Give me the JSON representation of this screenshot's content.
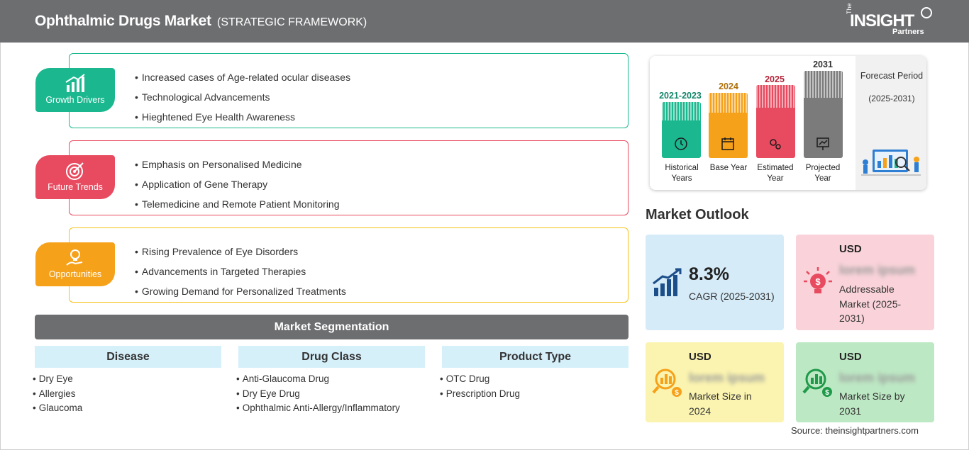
{
  "header": {
    "title": "Ophthalmic Drugs Market",
    "subtitle": "(STRATEGIC FRAMEWORK)",
    "logo_the": "The",
    "logo_insight": "INSIGHT",
    "logo_partners": "Partners"
  },
  "sections": [
    {
      "label": "Growth Drivers",
      "color": "#1bb88f",
      "items": [
        "Increased cases of Age-related ocular diseases",
        "Technological Advancements",
        "Hieghtened Eye Health Awareness"
      ]
    },
    {
      "label": "Future Trends",
      "color": "#e84a5f",
      "items": [
        "Emphasis on Personalised Medicine",
        "Application of Gene Therapy",
        "Telemedicine and Remote Patient Monitoring"
      ]
    },
    {
      "label": "Opportunities",
      "color": "#f6a11a",
      "items": [
        "Rising Prevalence of Eye Disorders",
        "Advancements in Targeted Therapies",
        "Growing Demand for Personalized Treatments"
      ]
    }
  ],
  "segmentation": {
    "title": "Market Segmentation",
    "columns": [
      {
        "heading": "Disease",
        "items": [
          "Dry Eye",
          "Allergies",
          "Glaucoma"
        ]
      },
      {
        "heading": "Drug Class",
        "items": [
          "Anti-Glaucoma Drug",
          "Dry Eye Drug",
          "Ophthalmic Anti-Allergy/Inflammatory"
        ]
      },
      {
        "heading": "Product Type",
        "items": [
          "OTC Drug",
          "Prescription Drug"
        ]
      }
    ]
  },
  "timeline": {
    "forecast_label": "Forecast Period",
    "forecast_years": "(2025-2031)",
    "bars": [
      {
        "year": "2021-2023",
        "caption": "Historical Years",
        "color": "#1bb88f",
        "year_color": "#14866a"
      },
      {
        "year": "2024",
        "caption": "Base Year",
        "color": "#f6a11a",
        "year_color": "#b06f08"
      },
      {
        "year": "2025",
        "caption": "Estimated Year",
        "color": "#e84a5f",
        "year_color": "#b3263a"
      },
      {
        "year": "2031",
        "caption": "Projected Year",
        "color": "#7b7b7b",
        "year_color": "#333333"
      }
    ]
  },
  "outlook": {
    "title": "Market Outlook",
    "cagr_value": "8.3%",
    "cagr_label": "CAGR (2025-2031)",
    "addressable_usd": "USD",
    "addressable_value": "lorem ipsum",
    "addressable_label": "Addressable Market (2025-2031)",
    "size2024_usd": "USD",
    "size2024_value": "lorem ipsum",
    "size2024_label": "Market Size in 2024",
    "size2031_usd": "USD",
    "size2031_value": "lorem ipsum",
    "size2031_label": "Market Size by 2031"
  },
  "source": "Source: theinsightpartners.com"
}
